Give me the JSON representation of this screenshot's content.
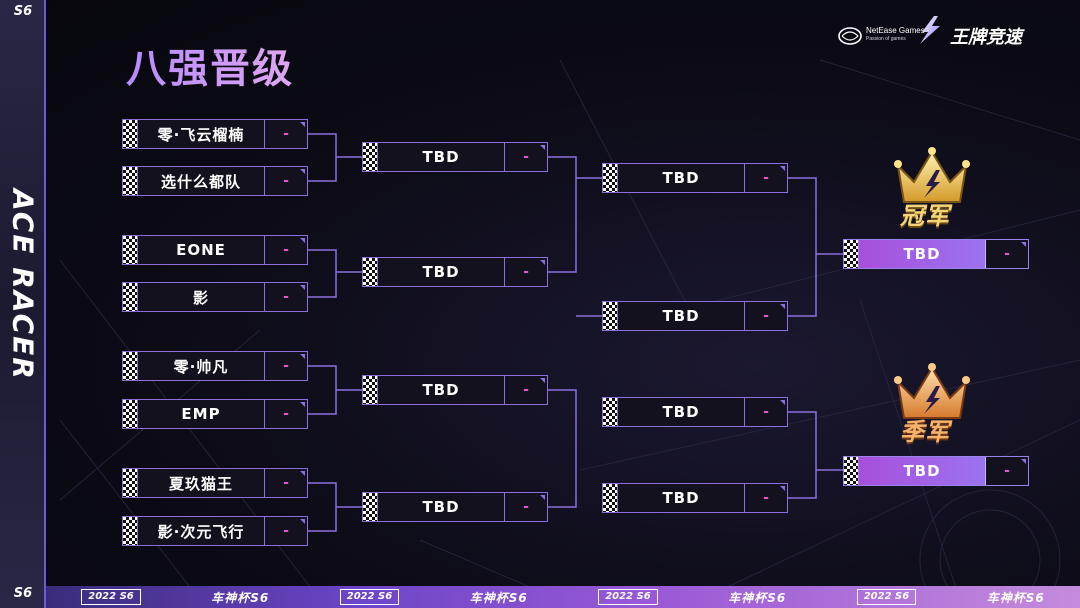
{
  "page_title": "八强晋级",
  "season": "S6",
  "side_banner": "ACE RACER",
  "header": {
    "netease_brand": "NetEase Games",
    "netease_sub": "Passion of games",
    "game_name": "王牌竞速"
  },
  "footer": {
    "year": "2022 S6",
    "cup": "车神杯S6"
  },
  "quarterfinals": [
    {
      "name": "零·飞云榴楠",
      "score": "-"
    },
    {
      "name": "选什么都队",
      "score": "-"
    },
    {
      "name": "EONE",
      "score": "-"
    },
    {
      "name": "影",
      "score": "-"
    },
    {
      "name": "零·帅凡",
      "score": "-"
    },
    {
      "name": "EMP",
      "score": "-"
    },
    {
      "name": "夏玖猫王",
      "score": "-"
    },
    {
      "name": "影·次元飞行",
      "score": "-"
    }
  ],
  "semis_entry": [
    {
      "name": "TBD",
      "score": "-"
    },
    {
      "name": "TBD",
      "score": "-"
    },
    {
      "name": "TBD",
      "score": "-"
    },
    {
      "name": "TBD",
      "score": "-"
    }
  ],
  "final_entry": [
    {
      "name": "TBD",
      "score": "-"
    },
    {
      "name": "TBD",
      "score": "-"
    }
  ],
  "third_place_entry": [
    {
      "name": "TBD",
      "score": "-"
    },
    {
      "name": "TBD",
      "score": "-"
    }
  ],
  "champion": {
    "label": "冠军",
    "name": "TBD",
    "score": "-"
  },
  "third_place": {
    "label": "季军",
    "name": "TBD",
    "score": "-"
  },
  "colors": {
    "accent": "#8b70dd",
    "score": "#e357c8",
    "title": "#c98ef5",
    "champion_gold": "#f4d57a",
    "third_orange": "#f6b36b"
  }
}
